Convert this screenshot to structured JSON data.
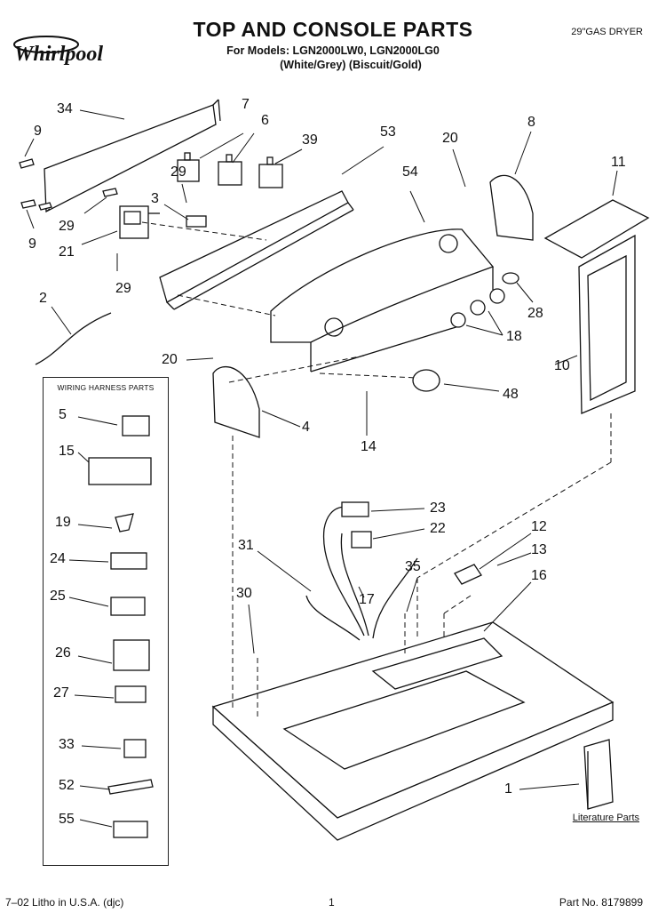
{
  "header": {
    "brand": "Whirlpool",
    "title": "TOP AND CONSOLE PARTS",
    "models_line": "For Models: LGN2000LW0, LGN2000LG0",
    "colors_line": "(White/Grey)   (Biscuit/Gold)",
    "product": "29\"GAS DRYER"
  },
  "harness": {
    "title": "WIRING HARNESS PARTS"
  },
  "literature_label": "Literature Parts",
  "footer": {
    "left": "7–02 Litho in U.S.A. (djc)",
    "center": "1",
    "right": "Part No. 8179899"
  },
  "callouts": {
    "c34": "34",
    "c9a": "9",
    "c29a": "29",
    "c9b": "9",
    "c21": "21",
    "c29b": "29",
    "c3": "3",
    "c29c": "29",
    "c7": "7",
    "c6": "6",
    "c39": "39",
    "c53": "53",
    "c20a": "20",
    "c8": "8",
    "c11": "11",
    "c54": "54",
    "c2": "2",
    "c28": "28",
    "c18": "18",
    "c10": "10",
    "c20b": "20",
    "c4": "4",
    "c14": "14",
    "c48": "48",
    "c5": "5",
    "c15": "15",
    "c19": "19",
    "c24": "24",
    "c25": "25",
    "c26": "26",
    "c27": "27",
    "c33": "33",
    "c52": "52",
    "c55": "55",
    "c23": "23",
    "c22": "22",
    "c12": "12",
    "c13": "13",
    "c31": "31",
    "c35": "35",
    "c16": "16",
    "c17": "17",
    "c30": "30",
    "c1": "1"
  }
}
